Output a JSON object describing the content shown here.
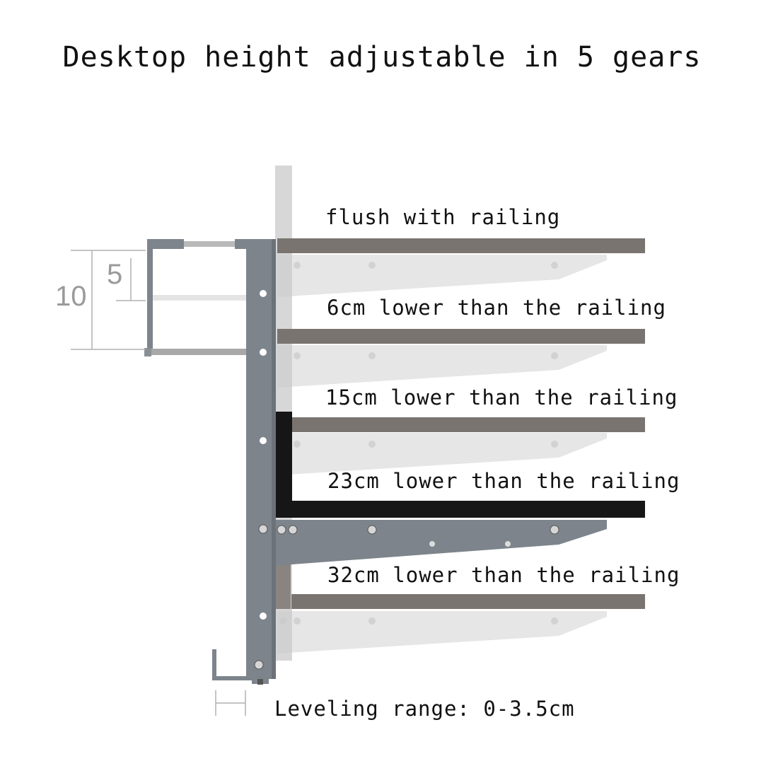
{
  "title": "Desktop height adjustable in 5 gears",
  "gears": [
    {
      "label": "flush with railing"
    },
    {
      "label": "6cm lower than the railing"
    },
    {
      "label": "15cm lower than the railing"
    },
    {
      "label": "23cm lower than the railing"
    },
    {
      "label": "32cm lower than the railing"
    }
  ],
  "dimensions": {
    "outer": "10",
    "inner": "5"
  },
  "leveling": "Leveling range: 0-3.5cm",
  "colors": {
    "shelf_gray": "#7a7470",
    "shelf_active": "#161616",
    "bracket": "#7d848c",
    "ghost": "#dcdcdc",
    "dim_line": "#b0b0b0"
  }
}
